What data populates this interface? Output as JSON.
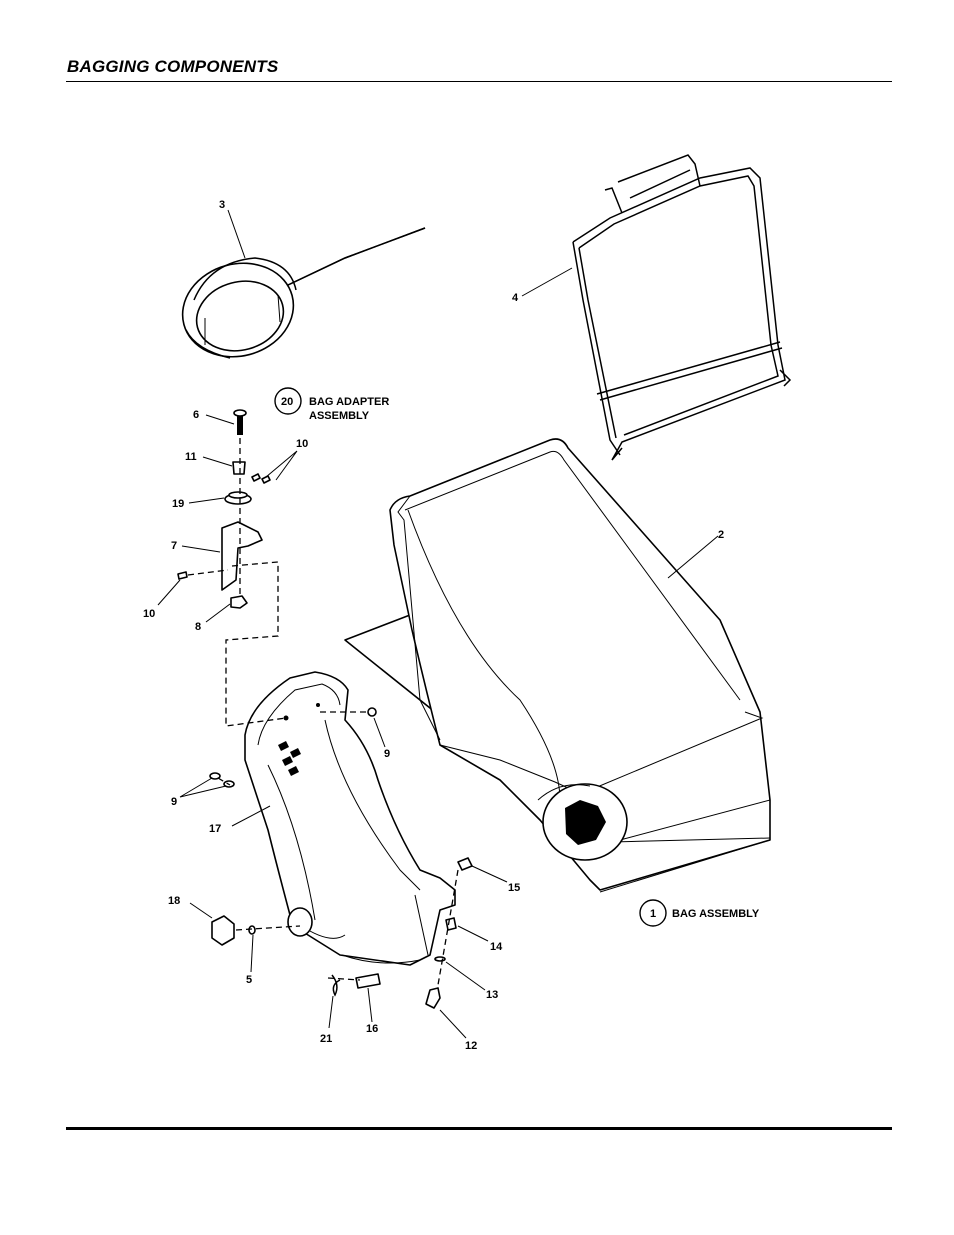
{
  "header": {
    "title": "BAGGING COMPONENTS"
  },
  "callouts": {
    "bag_adapter": {
      "number": "20",
      "line1": "BAG ADAPTER",
      "line2": "ASSEMBLY"
    },
    "bag_assembly": {
      "number": "1",
      "label": "BAG ASSEMBLY"
    }
  },
  "parts": {
    "p2": "2",
    "p3": "3",
    "p4": "4",
    "p5": "5",
    "p6": "6",
    "p7": "7",
    "p8": "8",
    "p9a": "9",
    "p9b": "9",
    "p10a": "10",
    "p10b": "10",
    "p11": "11",
    "p12": "12",
    "p13": "13",
    "p14": "14",
    "p15": "15",
    "p16": "16",
    "p17": "17",
    "p18": "18",
    "p19": "19",
    "p21": "21"
  }
}
